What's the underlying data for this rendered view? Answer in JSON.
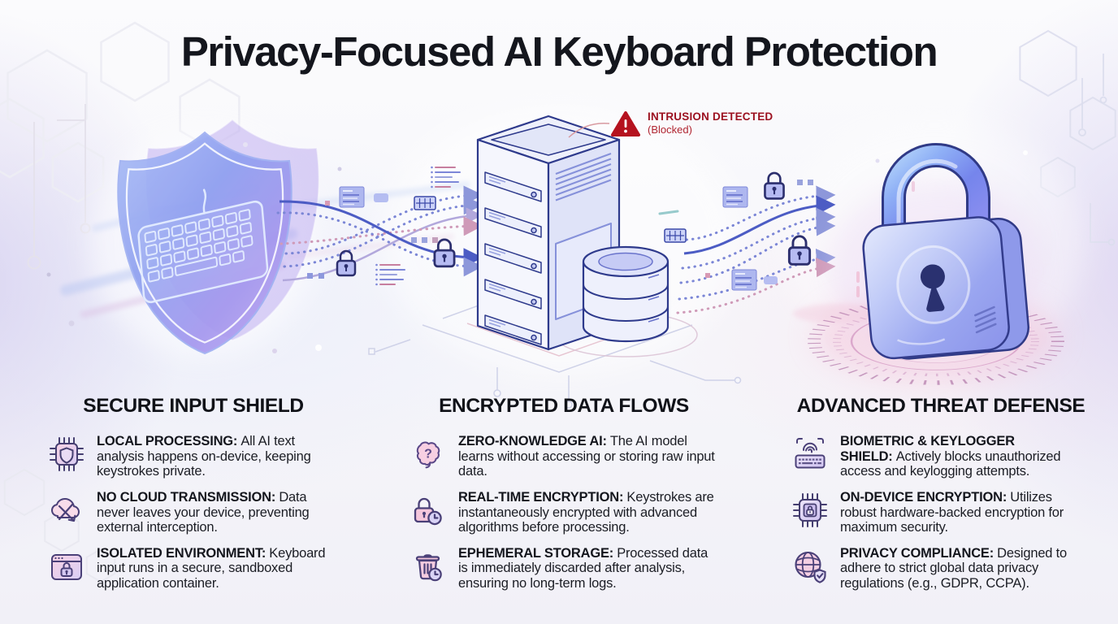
{
  "title": "Privacy-Focused AI Keyboard Protection",
  "warning": {
    "title": "INTRUSION DETECTED",
    "subtitle": "(Blocked)"
  },
  "illustration": {
    "left_graphic": "shield-with-keyboard",
    "center_graphic": "server-tower-with-database",
    "right_graphic": "padlock-on-radial-platform",
    "flow_motifs": [
      "encrypted-data-streams",
      "mini-padlocks",
      "data-packets"
    ]
  },
  "columns": [
    {
      "heading": "SECURE INPUT SHIELD",
      "items": [
        {
          "icon": "chip-shield-icon",
          "lead": "LOCAL PROCESSING:",
          "text": "All AI text analysis happens on-device, keeping keystrokes private."
        },
        {
          "icon": "cloud-offline-icon",
          "lead": "NO CLOUD TRANSMISSION:",
          "text": "Data never leaves your device, preventing external interception."
        },
        {
          "icon": "window-lock-icon",
          "lead": "ISOLATED ENVIRONMENT:",
          "text": "Keyboard input runs in a secure, sandboxed application container."
        }
      ]
    },
    {
      "heading": "ENCRYPTED DATA FLOWS",
      "items": [
        {
          "icon": "brain-question-icon",
          "lead": "ZERO-KNOWLEDGE AI:",
          "text": "The AI model learns without accessing or storing raw input data."
        },
        {
          "icon": "lock-clock-icon",
          "lead": "REAL-TIME ENCRYPTION:",
          "text": "Keystrokes are instantaneously encrypted with advanced algorithms before processing."
        },
        {
          "icon": "trash-clock-icon",
          "lead": "EPHEMERAL STORAGE:",
          "text": "Processed data is immediately discarded after analysis, ensuring no long-term logs."
        }
      ]
    },
    {
      "heading": "ADVANCED THREAT DEFENSE",
      "items": [
        {
          "icon": "fingerprint-keyboard-icon",
          "lead": "BIOMETRIC & KEYLOGGER SHIELD:",
          "text": "Actively blocks unauthorized access and keylogging attempts."
        },
        {
          "icon": "chip-lock-icon",
          "lead": "ON-DEVICE ENCRYPTION:",
          "text": "Utilizes robust hardware-backed encryption for maximum security."
        },
        {
          "icon": "globe-shield-icon",
          "lead": "PRIVACY COMPLIANCE:",
          "text": "Designed to adhere to strict global data privacy regulations (e.g., GDPR, CCPA)."
        }
      ]
    }
  ],
  "colors": {
    "text": "#14161d",
    "warning_red": "#9c1120",
    "accent_blue": "#4c5cc4",
    "accent_purple": "#8d97da",
    "accent_pink": "#cf9ab8",
    "outline_navy": "#2e3a8c",
    "background": "#f6f6fa"
  }
}
